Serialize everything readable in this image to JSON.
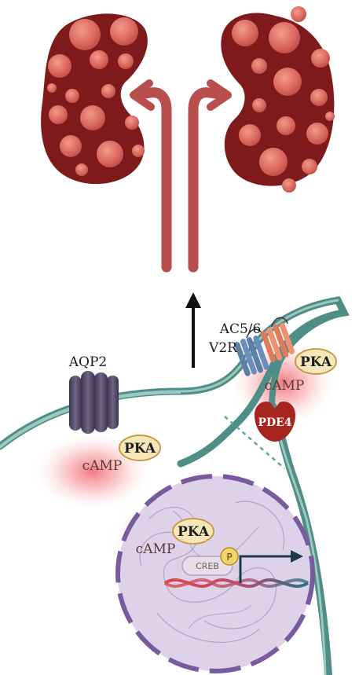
{
  "labels": {
    "aqp2": "AQP2",
    "ac56": "AC5/6",
    "v2r": "V2R",
    "pka": "PKA",
    "camp": "cAMP",
    "pde4": "PDE4",
    "creb": "CREB",
    "p": "P"
  },
  "colors": {
    "kidney_dark": "#7e1a1c",
    "cyst_fill": "#d9675c",
    "ureter": "#b84e4e",
    "membrane": "#4f8e86",
    "membrane_light": "#9cc8c0",
    "nucleus_fill": "#ded2e8",
    "nucleus_border": "#7a5a9e",
    "pka_fill": "#f6e7b8",
    "pka_border": "#c99a44",
    "pde4": "#a8241f",
    "glow": "#f2626a",
    "arrow": "#111111"
  }
}
